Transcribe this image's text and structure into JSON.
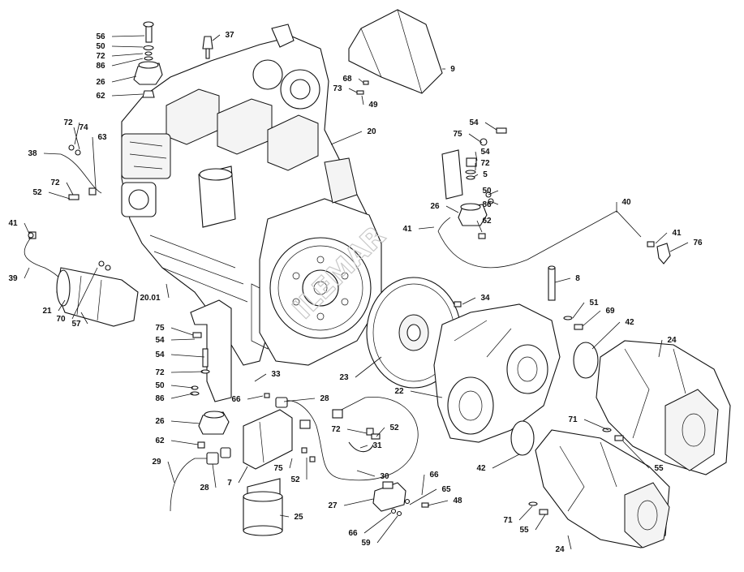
{
  "diagram": {
    "callouts": [
      {
        "id": "c56a",
        "text": "56"
      },
      {
        "id": "c50a",
        "text": "50"
      },
      {
        "id": "c72a",
        "text": "72"
      },
      {
        "id": "c86a",
        "text": "86"
      },
      {
        "id": "c26a",
        "text": "26"
      },
      {
        "id": "c62a",
        "text": "62"
      },
      {
        "id": "c37",
        "text": "37"
      },
      {
        "id": "c9",
        "text": "9"
      },
      {
        "id": "c68",
        "text": "68"
      },
      {
        "id": "c73",
        "text": "73"
      },
      {
        "id": "c49",
        "text": "49"
      },
      {
        "id": "c72b",
        "text": "72"
      },
      {
        "id": "c74",
        "text": "74"
      },
      {
        "id": "c63",
        "text": "63"
      },
      {
        "id": "c38",
        "text": "38"
      },
      {
        "id": "c72c",
        "text": "72"
      },
      {
        "id": "c52a",
        "text": "52"
      },
      {
        "id": "c41a",
        "text": "41"
      },
      {
        "id": "c20",
        "text": "20"
      },
      {
        "id": "c54a",
        "text": "54"
      },
      {
        "id": "c75a",
        "text": "75"
      },
      {
        "id": "c54b",
        "text": "54"
      },
      {
        "id": "c72d",
        "text": "72"
      },
      {
        "id": "c5",
        "text": "5"
      },
      {
        "id": "c50b",
        "text": "50"
      },
      {
        "id": "c86b",
        "text": "86"
      },
      {
        "id": "c26b",
        "text": "26"
      },
      {
        "id": "c62b",
        "text": "62"
      },
      {
        "id": "c40",
        "text": "40"
      },
      {
        "id": "c41b",
        "text": "41"
      },
      {
        "id": "c41c",
        "text": "41"
      },
      {
        "id": "c76",
        "text": "76"
      },
      {
        "id": "c39",
        "text": "39"
      },
      {
        "id": "c21",
        "text": "21"
      },
      {
        "id": "c70",
        "text": "70"
      },
      {
        "id": "c57",
        "text": "57"
      },
      {
        "id": "c2001",
        "text": "20.01"
      },
      {
        "id": "c8",
        "text": "8"
      },
      {
        "id": "c34",
        "text": "34"
      },
      {
        "id": "c51",
        "text": "51"
      },
      {
        "id": "c69",
        "text": "69"
      },
      {
        "id": "c42a",
        "text": "42"
      },
      {
        "id": "c24a",
        "text": "24"
      },
      {
        "id": "c75b",
        "text": "75"
      },
      {
        "id": "c54c",
        "text": "54"
      },
      {
        "id": "c54d",
        "text": "54"
      },
      {
        "id": "c72e",
        "text": "72"
      },
      {
        "id": "c33",
        "text": "33"
      },
      {
        "id": "c50c",
        "text": "50"
      },
      {
        "id": "c86c",
        "text": "86"
      },
      {
        "id": "c66a",
        "text": "66"
      },
      {
        "id": "c23",
        "text": "23"
      },
      {
        "id": "c22",
        "text": "22"
      },
      {
        "id": "c28a",
        "text": "28"
      },
      {
        "id": "c26c",
        "text": "26"
      },
      {
        "id": "c72f",
        "text": "72"
      },
      {
        "id": "c52b",
        "text": "52"
      },
      {
        "id": "c62c",
        "text": "62"
      },
      {
        "id": "c31",
        "text": "31"
      },
      {
        "id": "c29",
        "text": "29"
      },
      {
        "id": "c75c",
        "text": "75"
      },
      {
        "id": "c52c",
        "text": "52"
      },
      {
        "id": "c28b",
        "text": "28"
      },
      {
        "id": "c7",
        "text": "7"
      },
      {
        "id": "c30",
        "text": "30"
      },
      {
        "id": "c66b",
        "text": "66"
      },
      {
        "id": "c65",
        "text": "65"
      },
      {
        "id": "c48",
        "text": "48"
      },
      {
        "id": "c27",
        "text": "27"
      },
      {
        "id": "c25",
        "text": "25"
      },
      {
        "id": "c66c",
        "text": "66"
      },
      {
        "id": "c59",
        "text": "59"
      },
      {
        "id": "c71a",
        "text": "71"
      },
      {
        "id": "c55a",
        "text": "55"
      },
      {
        "id": "c42b",
        "text": "42"
      },
      {
        "id": "c71b",
        "text": "71"
      },
      {
        "id": "c55b",
        "text": "55"
      },
      {
        "id": "c24b",
        "text": "24"
      }
    ],
    "watermark": "ILEMAR"
  }
}
